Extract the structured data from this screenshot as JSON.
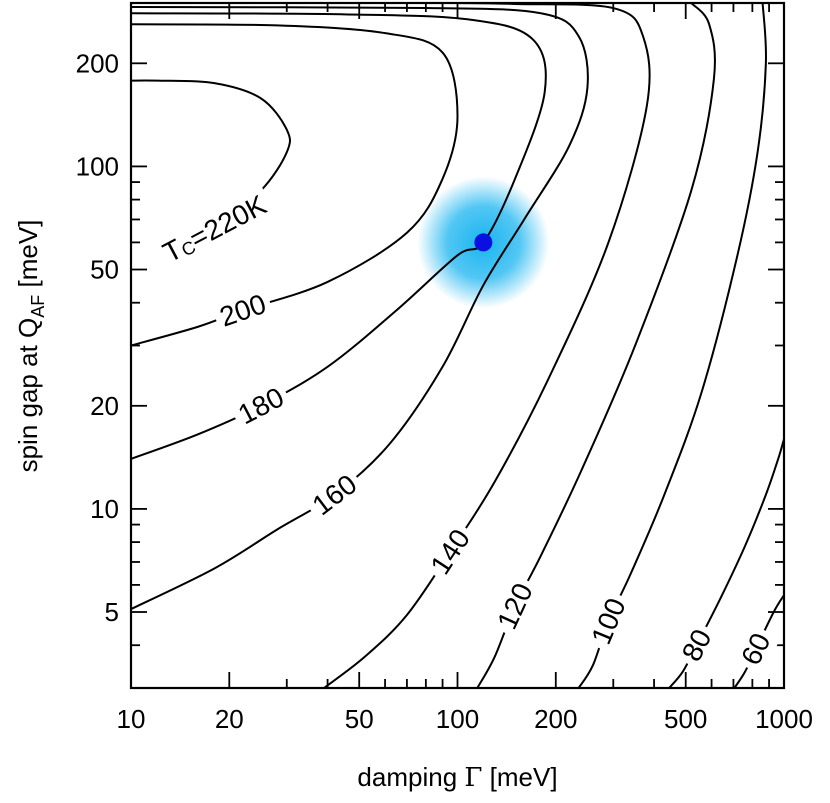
{
  "chart_data": {
    "type": "contour",
    "xlabel": "damping Γ [meV]",
    "xlabel_parts": [
      "damping ",
      "Γ",
      " [meV]"
    ],
    "ylabel_parts": [
      "spin gap at Q",
      "AF",
      " [meV]"
    ],
    "x_scale": "log",
    "y_scale": "log",
    "xlim": [
      10,
      1000
    ],
    "ylim": [
      3,
      300
    ],
    "x_ticks": [
      10,
      20,
      50,
      100,
      200,
      500,
      1000
    ],
    "y_ticks": [
      5,
      10,
      20,
      50,
      100,
      200
    ],
    "marker": {
      "x": 120,
      "y": 60,
      "color": "#0a10e0",
      "halo_color": "#19b4f0"
    },
    "contours": [
      {
        "level": "220",
        "label_parts": [
          "T",
          "C",
          "=220K"
        ],
        "label_at": [
          18,
          66
        ],
        "points": [
          [
            12.5,
            60
          ],
          [
            18,
            66
          ],
          [
            25,
            85
          ],
          [
            30,
            110
          ],
          [
            30,
            128
          ],
          [
            25,
            158
          ],
          [
            18,
            175
          ],
          [
            12,
            178
          ],
          [
            10,
            178
          ]
        ]
      },
      {
        "level": "200",
        "label": "200",
        "label_at": [
          22,
          38
        ],
        "points": [
          [
            10,
            30
          ],
          [
            16,
            34
          ],
          [
            22,
            38
          ],
          [
            40,
            46
          ],
          [
            70,
            64
          ],
          [
            90,
            92
          ],
          [
            100,
            140
          ],
          [
            90,
            215
          ],
          [
            60,
            245
          ],
          [
            28,
            258
          ],
          [
            10,
            260
          ]
        ]
      },
      {
        "level": "180",
        "label": "180",
        "label_at": [
          25,
          20
        ],
        "points": [
          [
            10,
            14
          ],
          [
            16,
            16.5
          ],
          [
            25,
            20
          ],
          [
            40,
            26
          ],
          [
            65,
            38
          ],
          [
            100,
            55
          ],
          [
            120,
            60
          ],
          [
            150,
            92
          ],
          [
            185,
            165
          ],
          [
            170,
            235
          ],
          [
            110,
            268
          ],
          [
            45,
            278
          ],
          [
            10,
            280
          ]
        ]
      },
      {
        "level": "160",
        "label": "160",
        "label_at": [
          42,
          11
        ],
        "points": [
          [
            10,
            5.1
          ],
          [
            18,
            6.7
          ],
          [
            28,
            8.7
          ],
          [
            42,
            11
          ],
          [
            62,
            15.5
          ],
          [
            90,
            26
          ],
          [
            120,
            45
          ],
          [
            160,
            70
          ],
          [
            220,
            115
          ],
          [
            250,
            170
          ],
          [
            235,
            240
          ],
          [
            180,
            280
          ],
          [
            80,
            290
          ],
          [
            10,
            292
          ]
        ]
      },
      {
        "level": "140",
        "label": "140",
        "label_at": [
          95,
          7.5
        ],
        "points": [
          [
            39,
            3
          ],
          [
            52,
            3.7
          ],
          [
            70,
            4.9
          ],
          [
            95,
            7.5
          ],
          [
            130,
            12
          ],
          [
            190,
            24
          ],
          [
            290,
            60
          ],
          [
            380,
            150
          ],
          [
            370,
            240
          ],
          [
            300,
            290
          ],
          [
            150,
            298
          ],
          [
            100,
            300
          ]
        ]
      },
      {
        "level": "120",
        "label": "120",
        "label_at": [
          150,
          5.2
        ],
        "points": [
          [
            115,
            3
          ],
          [
            130,
            3.7
          ],
          [
            150,
            5.2
          ],
          [
            180,
            7.3
          ],
          [
            240,
            13
          ],
          [
            350,
            30
          ],
          [
            520,
            85
          ],
          [
            610,
            180
          ],
          [
            590,
            260
          ],
          [
            520,
            300
          ]
        ]
      },
      {
        "level": "100",
        "label": "100",
        "label_at": [
          290,
          4.7
        ],
        "points": [
          [
            235,
            3
          ],
          [
            260,
            3.5
          ],
          [
            290,
            4.7
          ],
          [
            340,
            6.5
          ],
          [
            430,
            11
          ],
          [
            560,
            22
          ],
          [
            720,
            55
          ],
          [
            830,
            110
          ],
          [
            880,
            200
          ],
          [
            860,
            300
          ]
        ]
      },
      {
        "level": "80",
        "label": "80",
        "label_at": [
          540,
          4.0
        ],
        "points": [
          [
            445,
            3
          ],
          [
            490,
            3.35
          ],
          [
            540,
            4.0
          ],
          [
            640,
            5.5
          ],
          [
            760,
            7.8
          ],
          [
            880,
            11
          ],
          [
            960,
            14
          ],
          [
            1000,
            16
          ]
        ]
      },
      {
        "level": "60",
        "label": "60",
        "label_at": [
          820,
          3.9
        ],
        "points": [
          [
            705,
            3
          ],
          [
            760,
            3.35
          ],
          [
            820,
            3.9
          ],
          [
            930,
            5.0
          ],
          [
            1000,
            5.6
          ]
        ]
      }
    ]
  }
}
